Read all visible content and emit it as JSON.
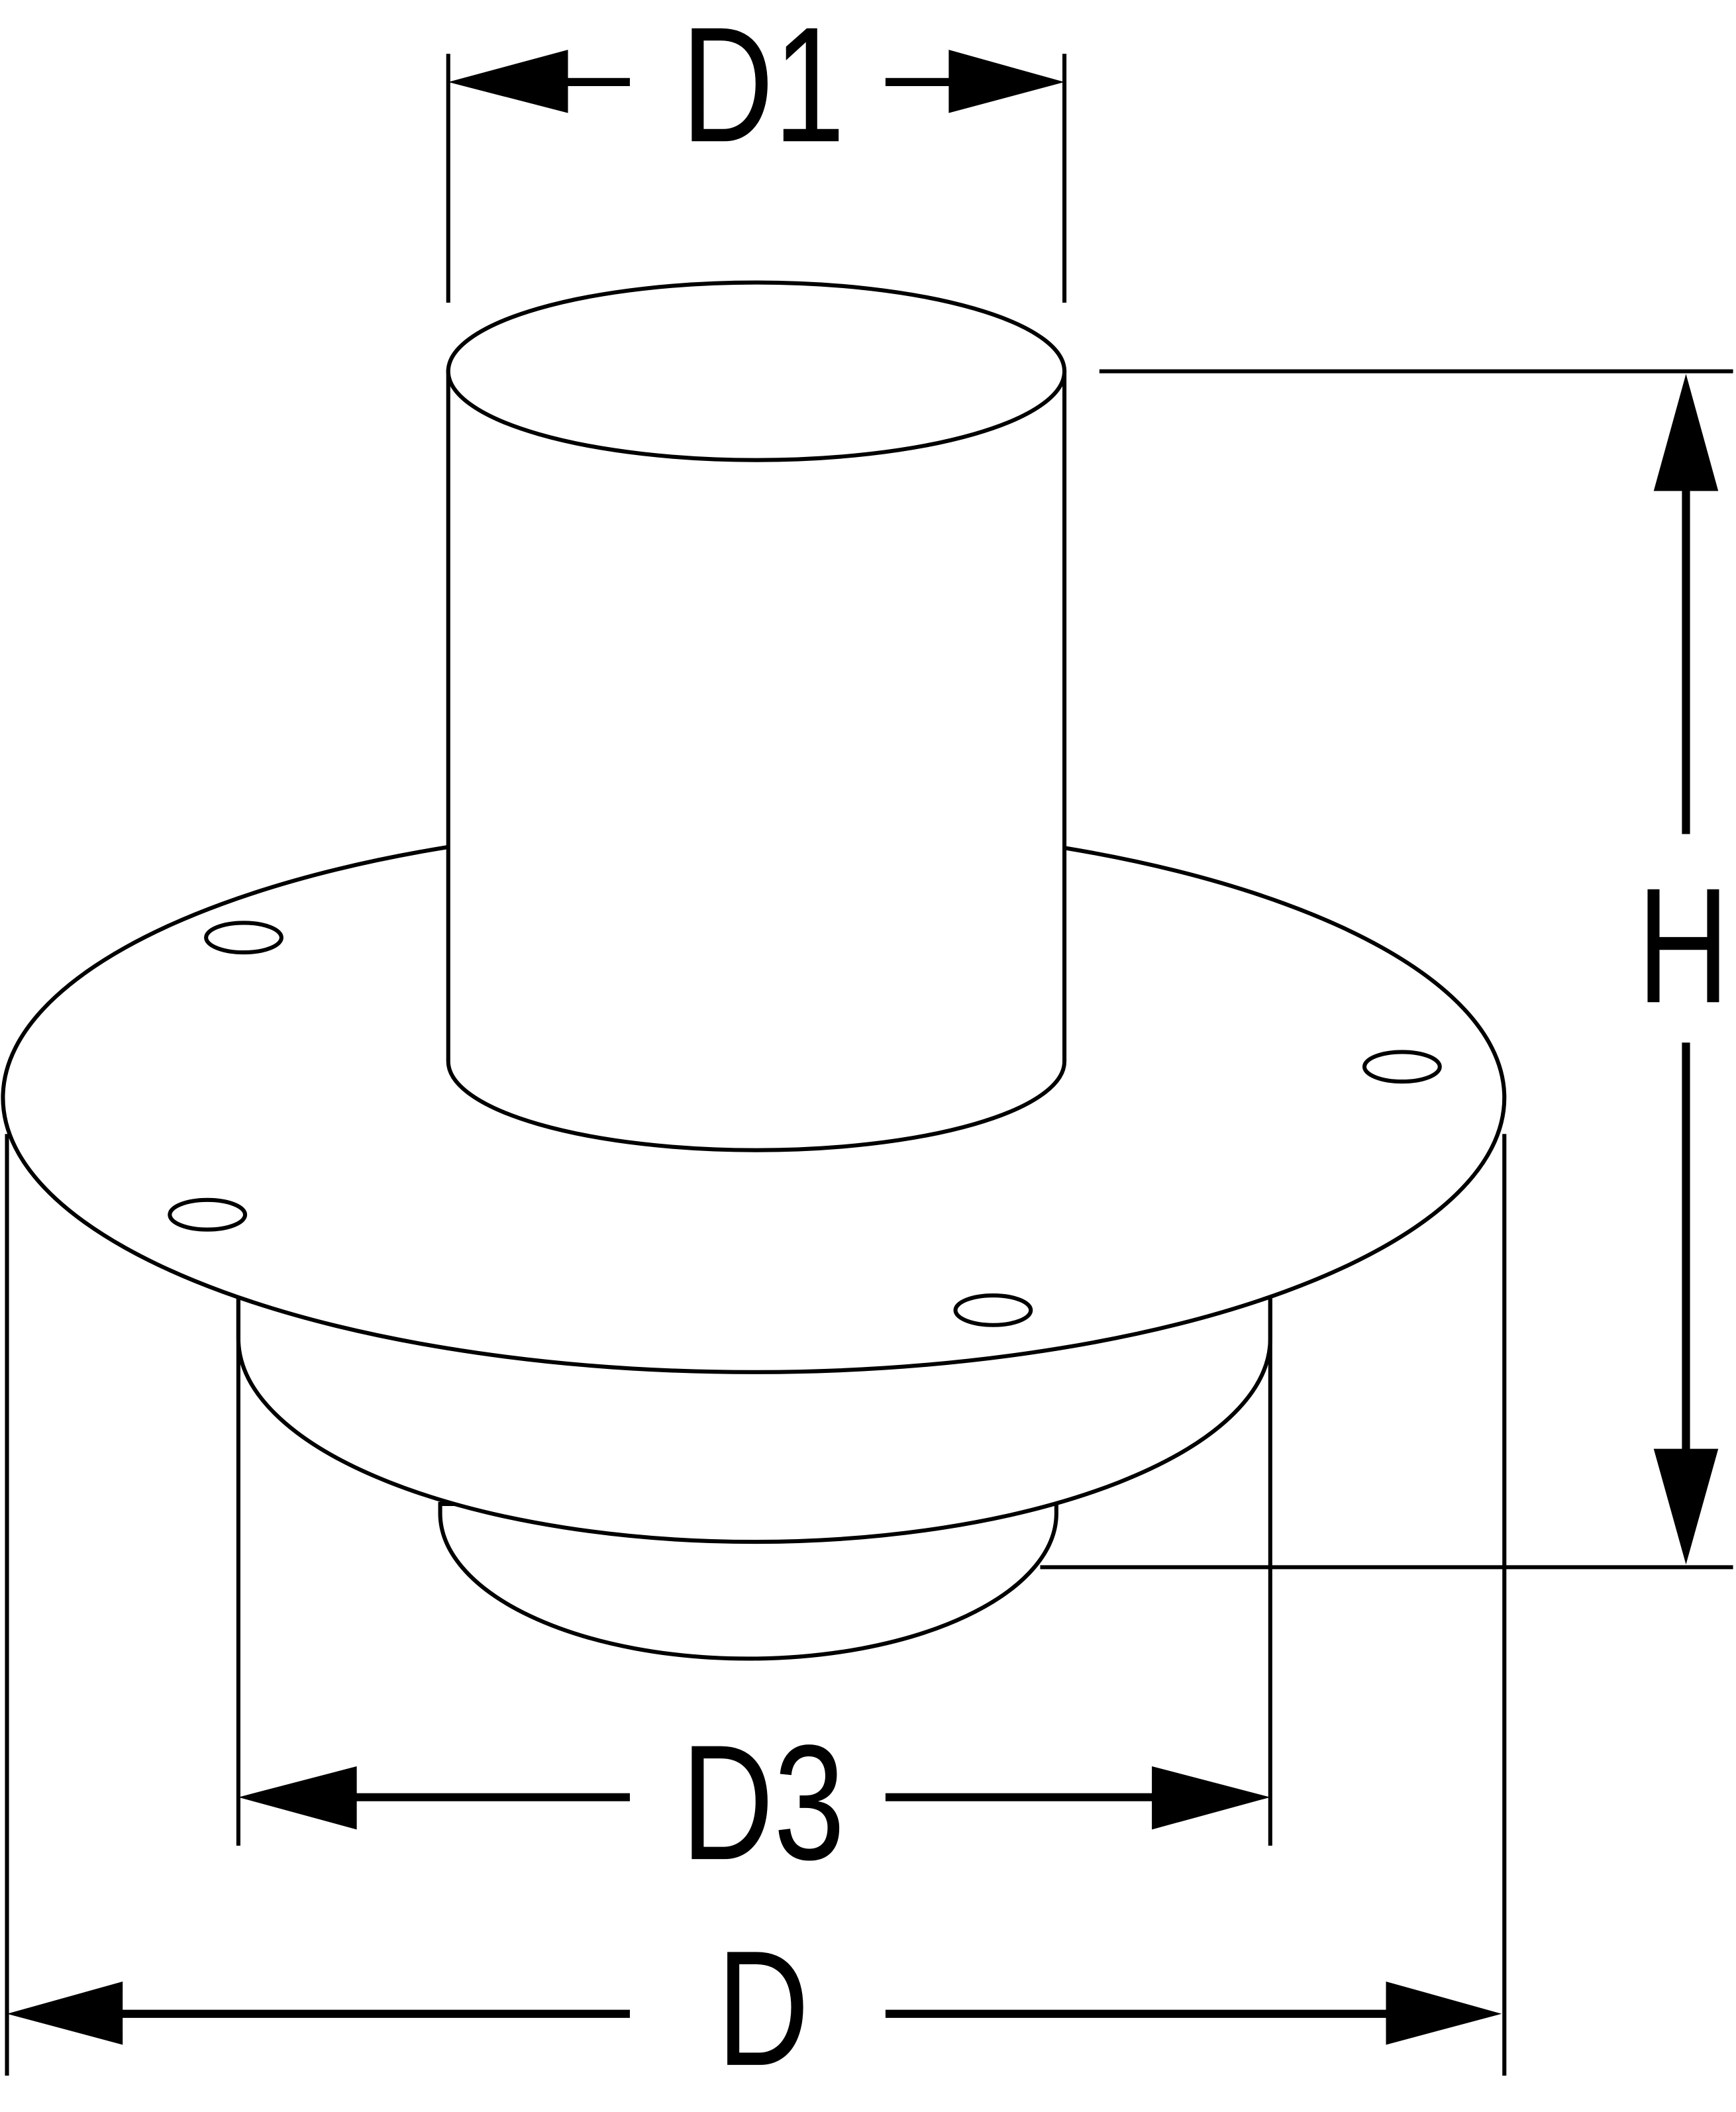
{
  "diagram": {
    "labels": {
      "d1": "D1",
      "d3": "D3",
      "d": "D",
      "h": "H"
    },
    "stroke_color": "#000000",
    "background_color": "#ffffff"
  }
}
